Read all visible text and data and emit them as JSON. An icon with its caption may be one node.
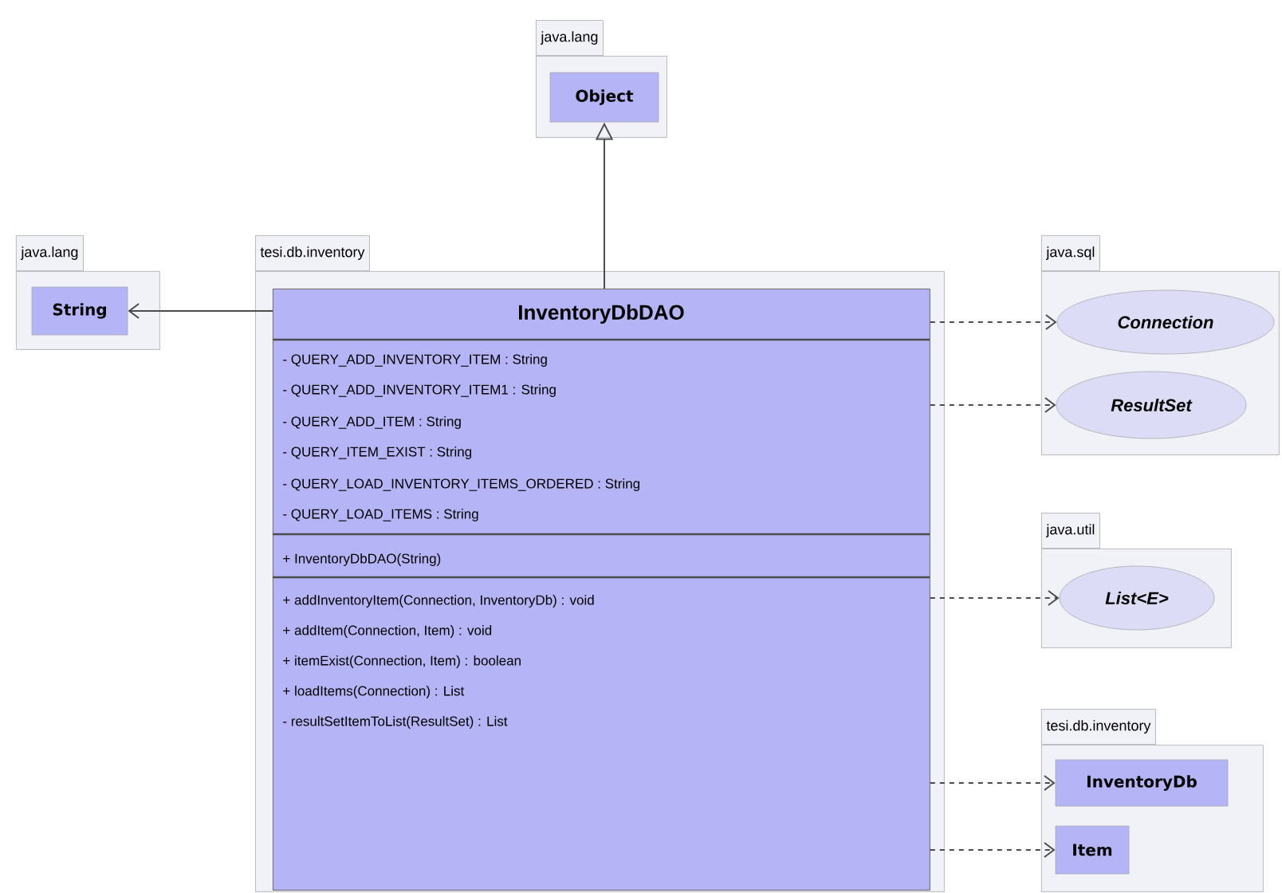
{
  "diagram": {
    "nodes": [
      {
        "text": [
          "java.lang"
        ]
      },
      {
        "text": [
          "Object"
        ],
        "in": 0
      },
      {
        "text": [
          "java.lang"
        ]
      },
      {
        "text": [
          "String"
        ],
        "in": 2
      },
      {
        "text": [
          "tesi.db.inventory"
        ]
      },
      {
        "text": [
          "InventoryDbDAO",
          "- QUERY_ADD_INVENTORY_ITEM : String",
          "- QUERY_ADD_INVENTORY_ITEM1 : String",
          "- QUERY_ADD_ITEM : String",
          "- QUERY_ITEM_EXIST : String",
          "- QUERY_LOAD_INVENTORY_ITEMS_ORDERED : String",
          "- QUERY_LOAD_ITEMS : String",
          "+ InventoryDbDAO(String)",
          "+ addInventoryItem(Connection, InventoryDb) : void",
          "+ addItem(Connection, Item) : void",
          "+ itemExist(Connection, Item) : boolean",
          "+ loadItems(Connection) : List",
          "- resultSetItemToList(ResultSet) : List"
        ],
        "in": 4
      },
      {
        "text": [
          "java.sql"
        ]
      },
      {
        "text": [
          "Connection"
        ],
        "in": 6
      },
      {
        "text": [
          "ResultSet"
        ],
        "in": 6
      },
      {
        "text": [
          "java.util"
        ]
      },
      {
        "text": [
          "List<E>"
        ],
        "in": 9
      },
      {
        "text": [
          "tesi.db.inventory"
        ]
      },
      {
        "text": [
          "InventoryDb"
        ],
        "in": 11
      },
      {
        "text": [
          "Item"
        ],
        "in": 11
      }
    ],
    "edges": [
      {
        "from": 5,
        "to": 1,
        "arrow": "to"
      },
      {
        "from": 5,
        "to": 3,
        "arrow": "to"
      },
      {
        "from": 5,
        "to": 7,
        "arrow": "to",
        "style": "dashed"
      },
      {
        "from": 5,
        "to": 8,
        "arrow": "to",
        "style": "dashed"
      },
      {
        "from": 5,
        "to": 10,
        "arrow": "to",
        "style": "dashed"
      },
      {
        "from": 5,
        "to": 12,
        "arrow": "to",
        "style": "dashed"
      },
      {
        "from": 5,
        "to": 13,
        "arrow": "to",
        "style": "dashed"
      }
    ]
  }
}
